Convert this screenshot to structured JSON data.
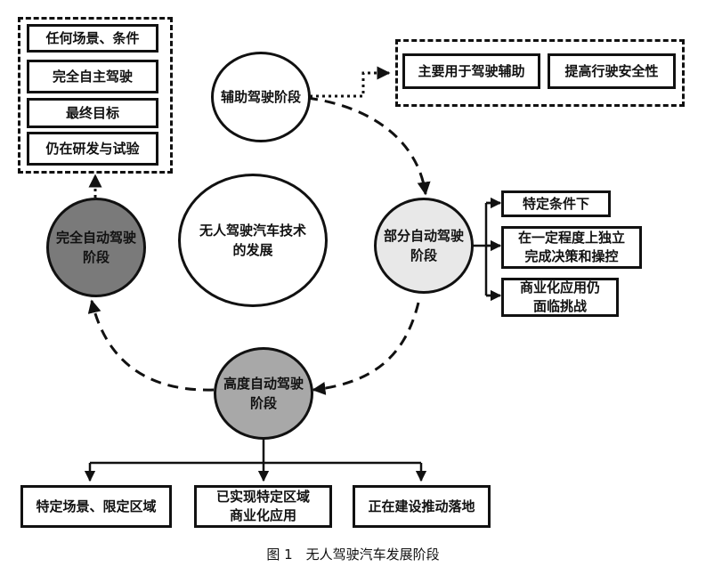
{
  "center": {
    "title_line1": "无人驾驶汽车技术",
    "title_line2": "的发展"
  },
  "stages": {
    "assist": {
      "label": "辅助驾驶阶段"
    },
    "partial": {
      "line1": "部分自动驾驶",
      "line2": "阶段",
      "fill": "#e8e8e8"
    },
    "high": {
      "line1": "高度自动驾驶",
      "line2": "阶段",
      "fill": "#a8a8a8"
    },
    "full": {
      "line1": "完全自动驾驶",
      "line2": "阶段",
      "fill": "#7a7a7a"
    }
  },
  "full_notes": [
    "任何场景、条件",
    "完全自主驾驶",
    "最终目标",
    "仍在研发与试验"
  ],
  "assist_notes": [
    "主要用于驾驶辅助",
    "提高行驶安全性"
  ],
  "partial_notes": [
    {
      "line1": "特定条件下",
      "line2": ""
    },
    {
      "line1": "在一定程度上独立",
      "line2": "完成决策和操控"
    },
    {
      "line1": "商业化应用仍",
      "line2": "面临挑战"
    }
  ],
  "high_notes": [
    {
      "line1": "特定场景、限定区域",
      "line2": ""
    },
    {
      "line1": "已实现特定区域",
      "line2": "商业化应用"
    },
    {
      "line1": "正在建设推动落地",
      "line2": ""
    }
  ],
  "caption": "图 1　无人驾驶汽车发展阶段"
}
